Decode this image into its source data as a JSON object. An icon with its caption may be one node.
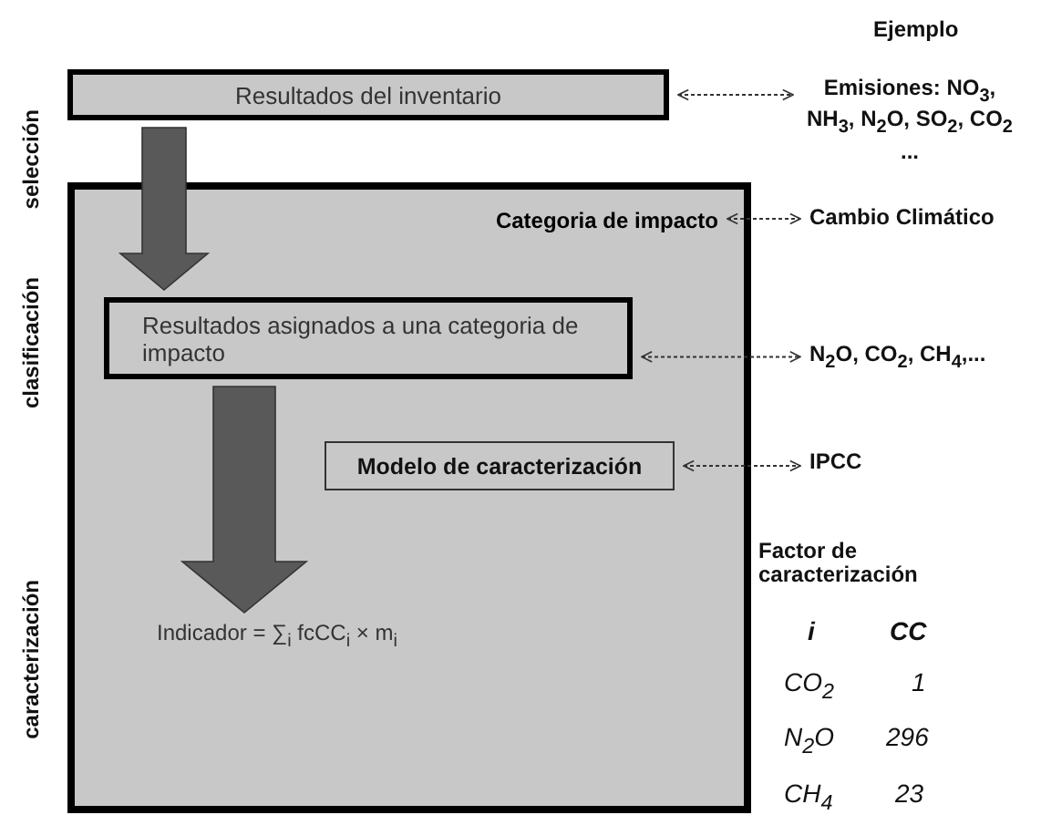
{
  "diagram": {
    "nodes": [
      {
        "text": [
          "Resultados del inventario"
        ]
      },
      {
        "text": [
          "Categoria de impacto"
        ]
      },
      {
        "text": [
          "Resultados asignados a una categoria de impacto"
        ],
        "in": 1
      },
      {
        "text": [
          "Modelo de caracterización"
        ],
        "in": 1
      },
      {
        "text": [
          "Indicador = ∑$_{i}$ fcCC$_{i}$ × m$_{i}$"
        ],
        "in": 1
      },
      {
        "text": [
          "Emisiones: NO$_{3}$, NH$_{3}$, N$_{2}$O, SO$_{2}$, CO$_{2}$ ..."
        ]
      },
      {
        "text": [
          "Cambio Climático"
        ]
      },
      {
        "text": [
          "N$_{2}$O, CO$_{2}$, CH$_{4}$,..."
        ]
      },
      {
        "text": [
          "IPCC"
        ]
      }
    ],
    "edges": [
      {
        "from": 0,
        "to": 2,
        "arrow": "to",
        "style": "thick"
      },
      {
        "from": 2,
        "to": 4,
        "arrow": "to",
        "style": "thick"
      },
      {
        "from": 0,
        "to": 5,
        "arrow": "both",
        "style": "dashed"
      },
      {
        "from": 1,
        "to": 6,
        "arrow": "both",
        "style": "dashed"
      },
      {
        "from": 2,
        "to": 7,
        "arrow": "both",
        "style": "dashed"
      },
      {
        "from": 3,
        "to": 8,
        "arrow": "both",
        "style": "dashed"
      }
    ],
    "labels": [
      "Ejemplo",
      "selección",
      "clasificación",
      "caracterización",
      "Factor de caracterización",
      "i",
      "CC",
      "CO$_{2}$",
      "1",
      "N$_{2}$O",
      "296",
      "CH$_{4}$",
      "23"
    ]
  }
}
